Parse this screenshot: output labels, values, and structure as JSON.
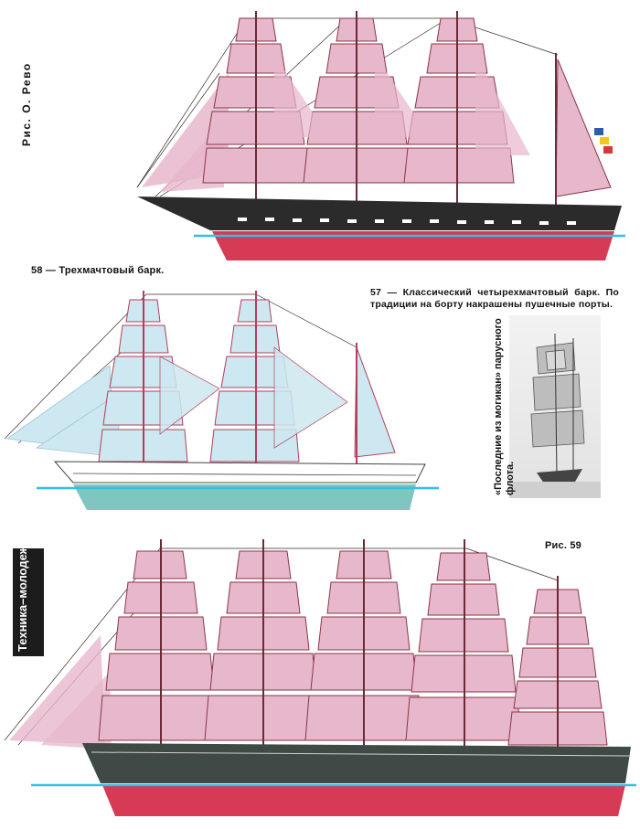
{
  "credit": "Рис. О. Рево",
  "caption_58": "58 — Трехмачтовый барк.",
  "caption_57": "57 — Классический четырехмачтовый барк. По традиции на борту накрашены пушечные порты.",
  "photo_caption": "«Последние из могикан» парусного флота.",
  "figure_59_label": "Рис. 59",
  "magazine_logo": "Техника–молодежи",
  "colors": {
    "sail_pink": "#e7b7cc",
    "sail_blue": "#cde8f0",
    "hull_red": "#d63a55",
    "hull_teal": "#7fc6c0",
    "waterline": "#32bfe6",
    "rigging": "#3b2a2a"
  }
}
